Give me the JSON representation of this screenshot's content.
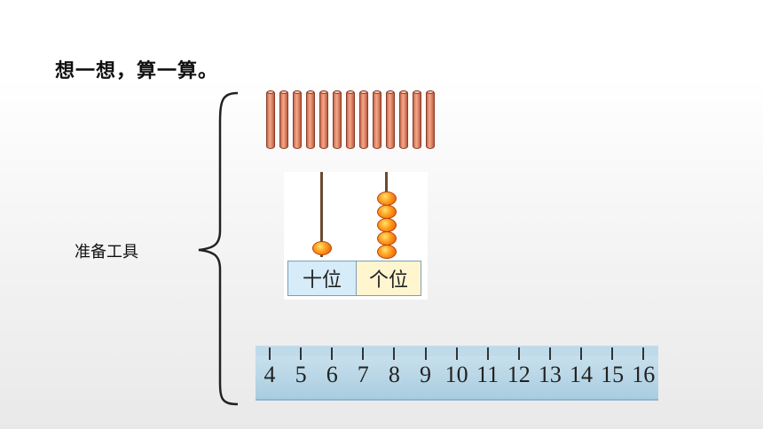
{
  "title": "想一想，算一算。",
  "tools_label": "准备工具",
  "abacus": {
    "tens_label": "十位",
    "ones_label": "个位",
    "tens_beads": 1,
    "ones_beads": 5,
    "tens_box_color": "#d6ecf8",
    "ones_box_color": "#fff6d0"
  },
  "sticks": {
    "count": 13,
    "color": "#e38b6c"
  },
  "ruler": {
    "numbers": [
      "4",
      "5",
      "6",
      "7",
      "8",
      "9",
      "10",
      "11",
      "12",
      "13",
      "14",
      "15",
      "16"
    ],
    "color": "#a9cde0"
  },
  "icons": [
    "brace-icon",
    "counting-stick-icon",
    "abacus-bead-icon"
  ]
}
